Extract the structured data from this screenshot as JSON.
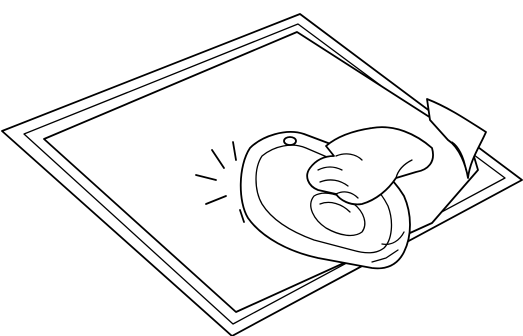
{
  "illustration": {
    "colors": {
      "line": "#000000",
      "paper": "#ffffff",
      "background": "#ffffff"
    },
    "parts": [
      "base-board",
      "inner-border",
      "fabric-sheet",
      "peeled-corner",
      "steam-iron",
      "hand",
      "heat-marks"
    ]
  }
}
